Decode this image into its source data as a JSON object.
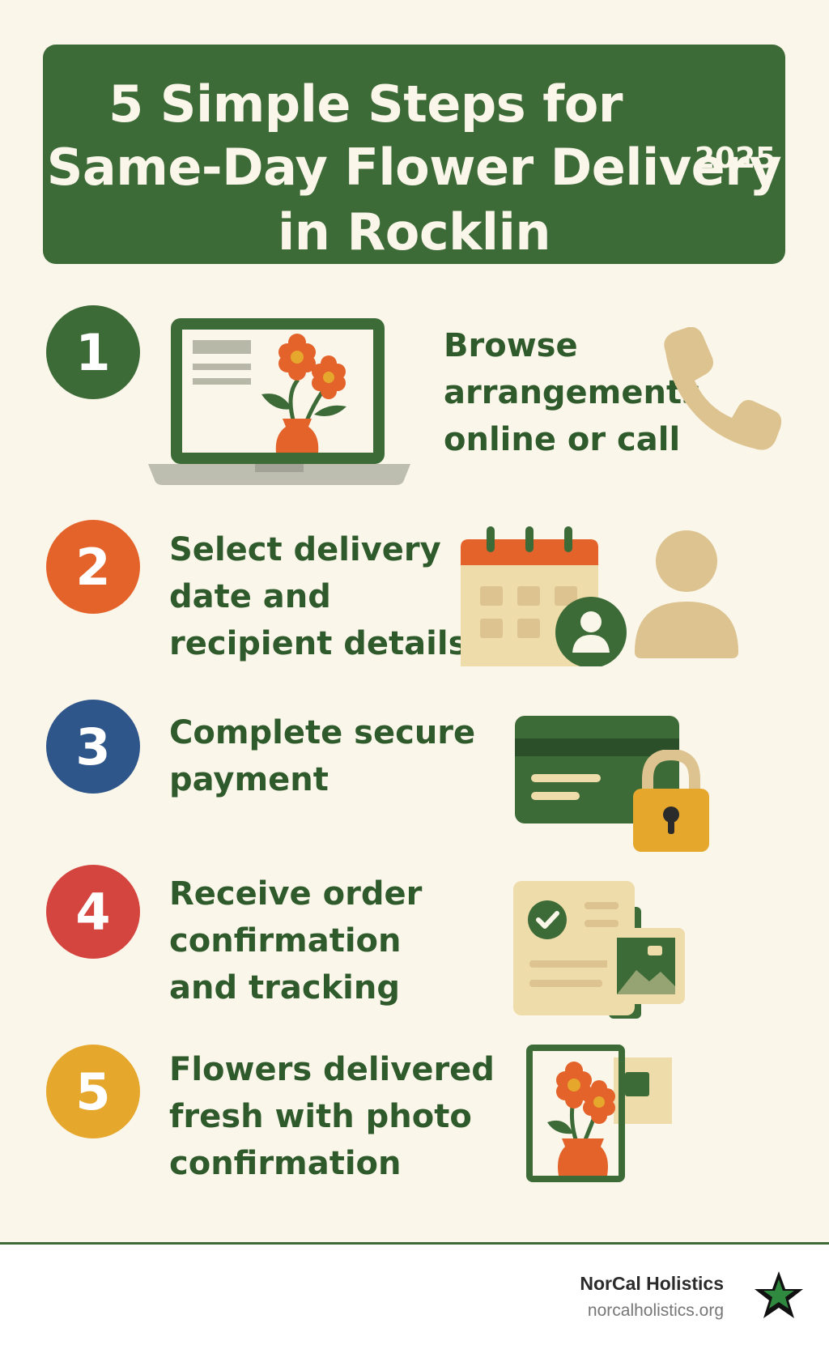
{
  "title": {
    "line1": "5 Simple Steps for",
    "line2": "Same-Day Flower Delivery",
    "line3": "in Rocklin",
    "year": "2025"
  },
  "steps": [
    {
      "number": "1",
      "color": "#3d6b38",
      "lines": [
        "Browse",
        "arrangements",
        "online or call"
      ],
      "icons": [
        "laptop-flowers-icon",
        "phone-icon"
      ]
    },
    {
      "number": "2",
      "color": "#e4632a",
      "lines": [
        "Select delivery",
        "date and",
        "recipient details"
      ],
      "icons": [
        "calendar-icon",
        "person-icon"
      ]
    },
    {
      "number": "3",
      "color": "#2f568a",
      "lines": [
        "Complete secure",
        "payment"
      ],
      "icons": [
        "credit-card-icon",
        "padlock-icon"
      ]
    },
    {
      "number": "4",
      "color": "#d54540",
      "lines": [
        "Receive order",
        "confirmation",
        "and tracking"
      ],
      "icons": [
        "checklist-document-icon",
        "photo-icon"
      ]
    },
    {
      "number": "5",
      "color": "#e6a72d",
      "lines": [
        "Flowers delivered",
        "fresh with photo",
        "confirmation"
      ],
      "icons": [
        "framed-flowers-icon"
      ]
    }
  ],
  "footer": {
    "brand": "NorCal Holistics",
    "url": "norcalholistics.org",
    "logo_icon": "star-logo-icon"
  },
  "colors": {
    "green": "#3d6b38",
    "background": "#fbf6ea",
    "tan": "#dcc38f",
    "orange": "#e4632a"
  }
}
